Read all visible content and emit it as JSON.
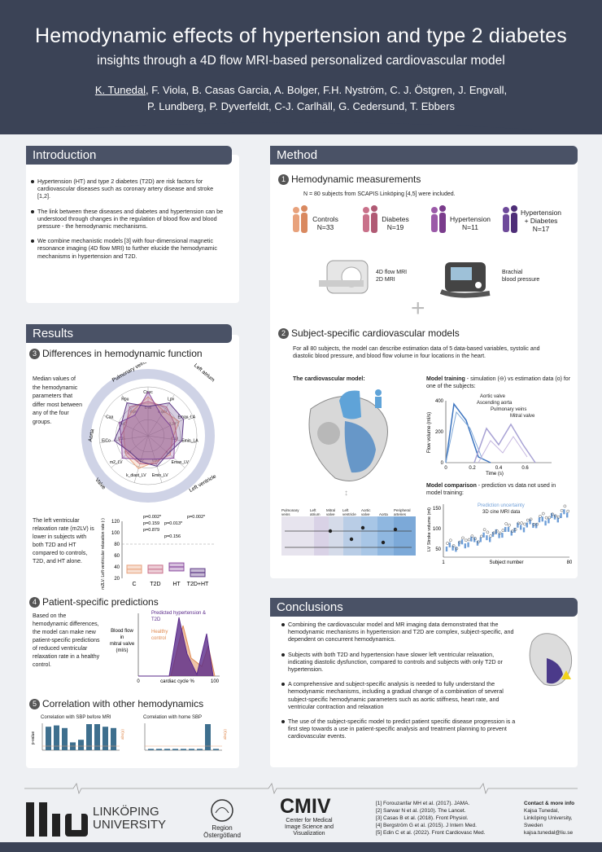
{
  "header": {
    "title": "Hemodynamic effects of hypertension and type 2 diabetes",
    "subtitle": "insights through a 4D flow MRI-based personalized cardiovascular model",
    "first_author": "K. Tunedal",
    "authors_rest_1": ", F. Viola, B. Casas Garcia, A. Bolger, F.H. Nyström, C. J. Östgren, J. Engvall,",
    "authors_line2": "P. Lundberg, P. Dyverfeldt, C-J. Carlhäll, G. Cedersund, T. Ebbers"
  },
  "introduction": {
    "heading": "Introduction",
    "bullets": [
      "Hypertension (HT) and type 2 diabetes (T2D) are risk factors for cardiovascular diseases such as coronary artery disease and stroke [1,2].",
      "The link between these diseases and diabetes and hypertension can be understood through changes in the regulation of blood flow and blood pressure - the hemodynamic mechanisms.",
      "We combine mechanistic models [3] with four-dimensional magnetic resonance imaging (4D flow MRI) to further elucide the hemodynamic mechanisms in hypertension and T2D."
    ]
  },
  "method": {
    "heading": "Method",
    "s1_num": "1",
    "s1_title": "Hemodynamic measurements",
    "s1_text": "N = 80 subjects from SCAPIS Linköping [4,5] were included.",
    "groups": [
      {
        "name": "Controls",
        "n": "N=33",
        "color": "#e8a27c"
      },
      {
        "name": "Diabetes",
        "n": "N=19",
        "color": "#c9718a"
      },
      {
        "name": "Hypertension",
        "n": "N=11",
        "color": "#8a4a9e"
      },
      {
        "name": "Hypertension + Diabetes",
        "n": "N=17",
        "color": "#5e3a86"
      }
    ],
    "mri_label_1": "4D flow MRI",
    "mri_label_2": "2D MRI",
    "bp_label_1": "Brachial",
    "bp_label_2": "blood pressure",
    "plus": "+",
    "s2_num": "2",
    "s2_title": "Subject-specific cardiovascular models",
    "s2_text": "For all 80 subjects, the model can describe estimation data of 5 data-based variables, systolic and diastolic blood pressure, and blood flow volume in four locations in the heart.",
    "cv_model_label": "The cardiovascular model:",
    "circuit_labels": [
      "Pulmonary veins",
      "Left atrium",
      "Mitral valve",
      "Left ventricle",
      "Aortic valve",
      "Aorta",
      "Peripheral arteries"
    ],
    "training_title": "Model training",
    "training_text": " - simulation (⊖) vs estimation data (o) for one of the subjects:",
    "training_labels": [
      "Aortic valve",
      "Ascending aorta",
      "Pulmonary veins",
      "Mitral valve"
    ],
    "comparison_title": "Model comparison",
    "comparison_text": " - prediction vs data not used in model training:",
    "comparison_labels": [
      "Prediction uncertainty",
      "3D cine MRI data"
    ]
  },
  "results": {
    "heading": "Results",
    "s3_num": "3",
    "s3_title": "Differences in hemodynamic function",
    "s3_text": "Median values of the hemodynamic parameters that differ most between any of the four groups.",
    "radar_ring_labels": [
      "Pulmonary veins",
      "Left atrium",
      "Left ventricle",
      "Valve",
      "Aorta"
    ],
    "radar_params": [
      "Cpvc",
      "Lpv",
      "Emax_LA",
      "Emin_LA",
      "Emax_LV",
      "Emin_LV",
      "k_diast_LV",
      "m2_LV",
      "EiCo",
      "Caa",
      "Rpu"
    ],
    "radar_values": [
      "0.96",
      "0.002",
      "0.38",
      "0.18",
      "0.6",
      "0.03",
      "0.07",
      "0.18",
      "0.05",
      "0.07",
      "0.05"
    ],
    "s3_text2": "The left ventricular relaxation rate (m2LV) is lower in subjects with both T2D and HT compared to controls, T2D, and HT alone.",
    "p_values": [
      "p=0.002*",
      "p=0.159",
      "p=0.002*",
      "p=0.879",
      "p=0.013*",
      "p=0.156"
    ],
    "s4_num": "4",
    "s4_title": "Patient-specific predictions",
    "s4_text": "Based on the hemodynamic differences, the model can make new patient-specific predictions of reduced ventricular relaxation rate in a healthy control.",
    "s4_legend": [
      "Predicted hypertension & T2D",
      "Healthy control"
    ],
    "s5_num": "5",
    "s5_title": "Correlation with other hemodynamics",
    "s5_left": "Correlation with SBP before MRI",
    "s5_right": "Correlation with home SBP",
    "s5_yaxis": "p-value",
    "s5_rho": "abs(ρ)"
  },
  "conclusions": {
    "heading": "Conclusions",
    "bullets": [
      "Combining the cardiovascular model and MR imaging data demonstrated that the hemodynamic mechanisms in hypertension and T2D are complex, subject-specific, and dependent on concurrent hemodynamics.",
      "Subjects with both T2D and hypertension have slower left ventricular relaxation, indicating diastolic dysfunction, compared to controls and subjects with only T2D or hypertension.",
      "A comprehensive and subject-specific analysis is needed to fully understand the hemodynamic mechanisms, including a gradual change of a combination of several subject-specific hemodynamic parameters such as aortic stiffness, heart rate, and ventricular contraction and relaxation",
      "The use of the subject-specific model to predict patient specific disease progression is a first step towards a use in patient-specific analysis and treatment planning to prevent cardiovascular events."
    ]
  },
  "footer": {
    "liu_name_1": "LINKÖPING",
    "liu_name_2": "UNIVERSITY",
    "region_1": "Region",
    "region_2": "Östergötland",
    "cmiv": "CMIV",
    "cmiv_sub_1": "Center for Medical",
    "cmiv_sub_2": "Image Science and",
    "cmiv_sub_3": "Visualization",
    "references": [
      "[1] Forouzanfar MH et al. (2017).  JAMA.",
      "[2] Sarwar N et al. (2010). The Lancet.",
      "[3] Casas B et al. (2018). Front Physiol.",
      "[4] Bergström G et al. (2015). J Intern Med.",
      "[5] Edin C et al. (2022). Front Cardiovasc Med."
    ],
    "contact_title": "Contact & more info",
    "contact_lines": [
      "Kajsa Tunedal,",
      "Linköping University,",
      "Sweden",
      "kajsa.tunedal@liu.se"
    ]
  },
  "chart_data": [
    {
      "type": "box",
      "title": "",
      "categories": [
        "C",
        "T2D",
        "HT",
        "T2D+HT"
      ],
      "ylabel": "m2LV: Left ventricular relaxation rate (-)",
      "ylim": [
        20,
        120
      ],
      "ticks": [
        20,
        40,
        60,
        80,
        100,
        120
      ],
      "medians": [
        36,
        36,
        40,
        30
      ]
    },
    {
      "type": "line",
      "title": "",
      "xlabel": "cardiac cycle %",
      "ylabel": "Blood flow in mitral valve (ml/s)",
      "x_ticks": [
        0,
        100
      ],
      "series": [
        {
          "name": "Predicted hypertension & T2D"
        },
        {
          "name": "Healthy control"
        }
      ]
    },
    {
      "type": "line",
      "title": "Model training",
      "xlabel": "Time (s)",
      "ylabel": "Flow volume (ml/s)",
      "x_ticks": [
        0,
        0.2,
        0.4,
        0.6
      ],
      "y_ticks": [
        0,
        200,
        400
      ]
    },
    {
      "type": "scatter",
      "title": "Model comparison",
      "xlabel": "Subject number",
      "ylabel": "LV Stroke volume (ml)",
      "x_ticks": [
        1,
        80
      ],
      "y_ticks": [
        50,
        100,
        150
      ]
    }
  ]
}
